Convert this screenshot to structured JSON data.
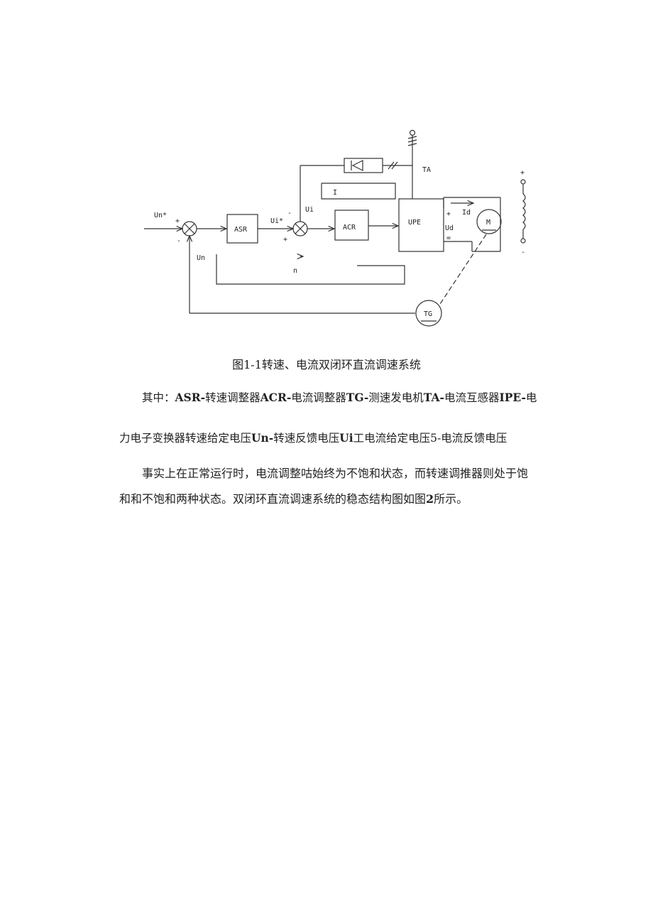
{
  "diagram": {
    "labels": {
      "un_star": "Un*",
      "plus1": "+",
      "minus1": "-",
      "asr": "ASR",
      "ui_star": "Ui*",
      "minus2": "-",
      "ui": "Ui",
      "plus2": "+",
      "acr": "ACR",
      "i": "I",
      "upe": "UPE",
      "ta": "TA",
      "plus3": "+",
      "id": "Id",
      "ud": "Ud",
      "minus3": "=",
      "motor": "M",
      "un": "Un",
      "n": "n",
      "tg": "TG",
      "field_plus": "+",
      "field_minus": "-"
    }
  },
  "caption": "图1-1转速、电流双闭环直流调速系统",
  "legend": {
    "line1": [
      {
        "text": "其中：",
        "bold": false
      },
      {
        "text": "ASR-",
        "bold": true
      },
      {
        "text": "转速调整器",
        "bold": false
      },
      {
        "text": "ACR-",
        "bold": true
      },
      {
        "text": "电流调整器",
        "bold": false
      },
      {
        "text": "TG-",
        "bold": true
      },
      {
        "text": "测速发电机",
        "bold": false
      },
      {
        "text": "TA-",
        "bold": true
      },
      {
        "text": "电流互感器",
        "bold": false
      },
      {
        "text": "IPE-",
        "bold": true
      },
      {
        "text": "电",
        "bold": false
      }
    ],
    "line2": [
      {
        "text": "力电子变换器转速给定电压",
        "bold": false
      },
      {
        "text": "Un-",
        "bold": true
      },
      {
        "text": "转速反馈电压",
        "bold": false
      },
      {
        "text": "Ui",
        "bold": true
      },
      {
        "text": "工电流给定电压5-电流反馈电压",
        "bold": false
      }
    ]
  },
  "body": {
    "line1": "事实上在正常运行时，电流调整咕始终为不饱和状态，而转速调推器则处于饱",
    "line2_a": "和和不饱和两种状态。双闭环直流调速系统的稳态结构图如图",
    "line2_b": "2",
    "line2_c": "所示。"
  }
}
